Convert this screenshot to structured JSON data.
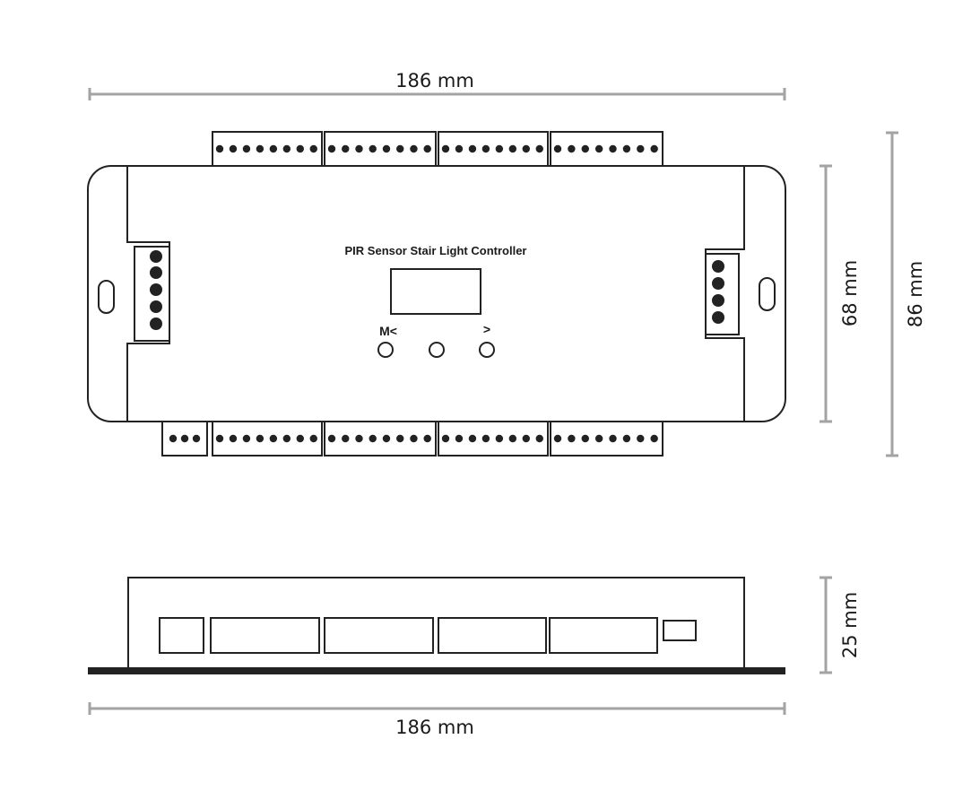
{
  "title": "PIR Sensor Stair Light Controller",
  "buttons": {
    "left_label": "M<",
    "right_label": ">"
  },
  "dimensions": {
    "top_width": "186 mm",
    "bottom_width": "186 mm",
    "body_height": "68 mm",
    "total_height": "86 mm",
    "depth": "25 mm"
  },
  "colors": {
    "line": "#222222",
    "dimension": "#a3a3a3"
  }
}
